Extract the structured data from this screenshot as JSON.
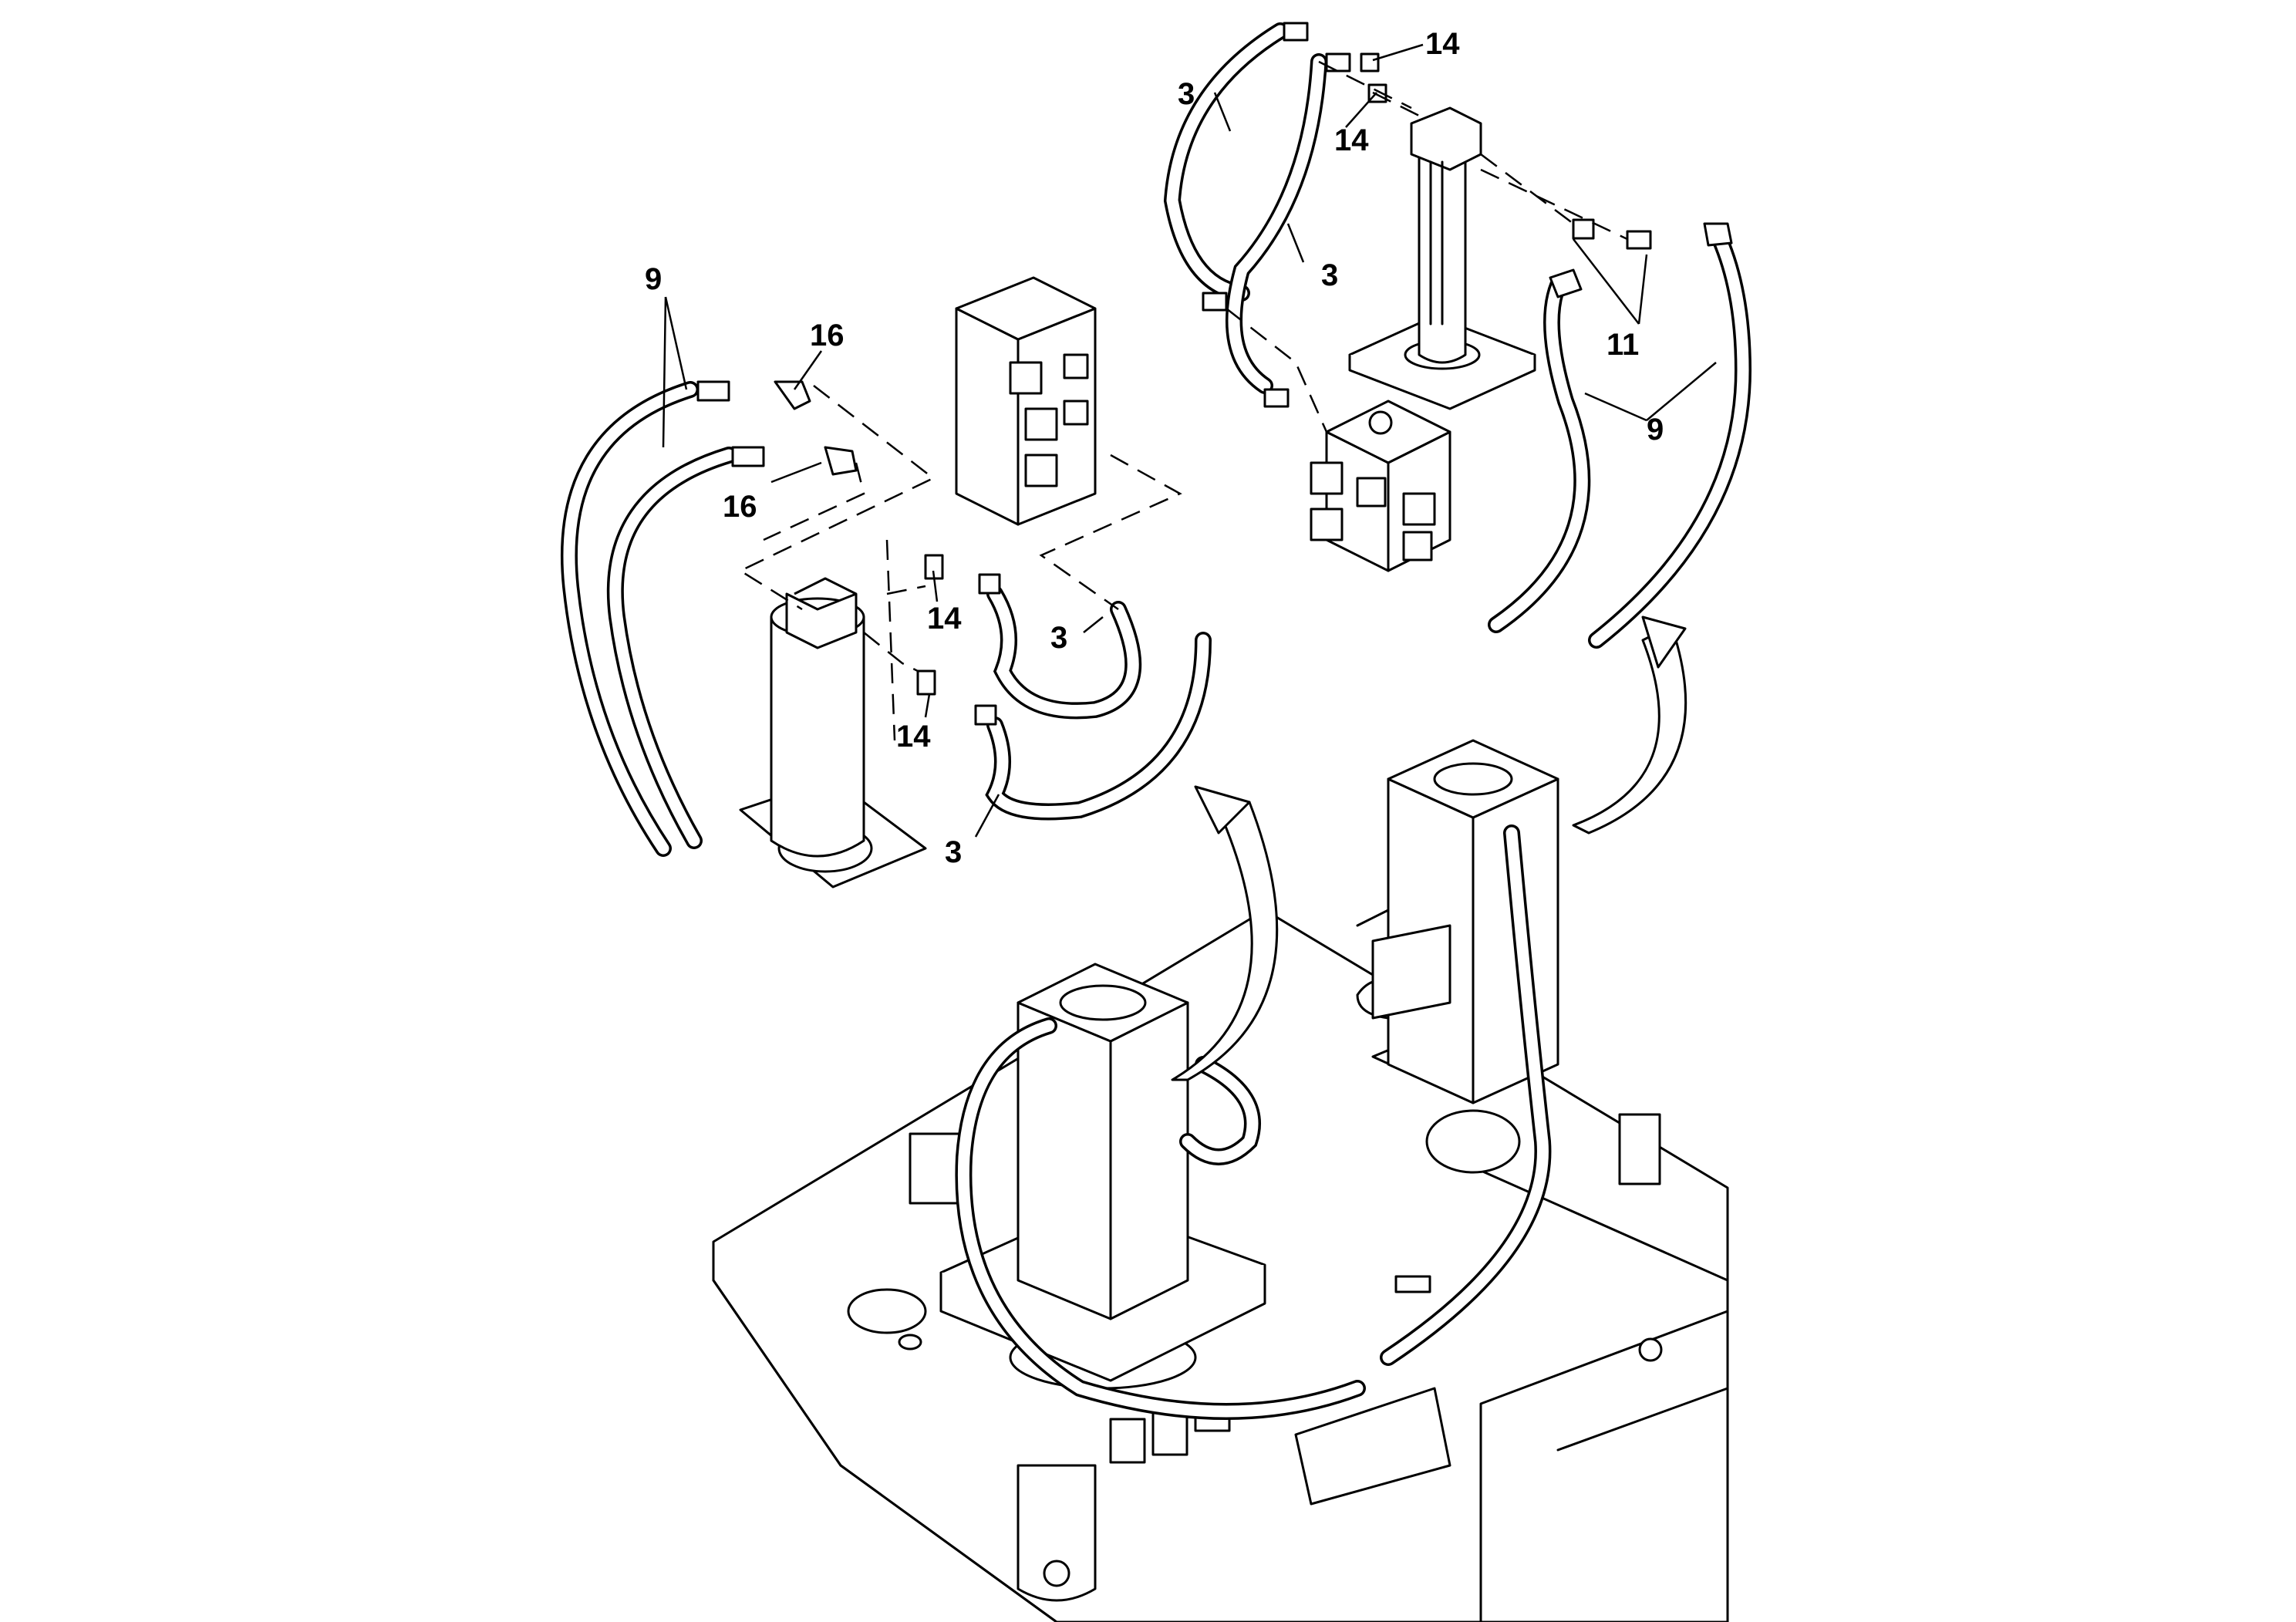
{
  "callouts": {
    "c3a": "3",
    "c3b": "3",
    "c3c": "3",
    "c3d": "3",
    "c9a": "9",
    "c9b": "9",
    "c11": "11",
    "c14a": "14",
    "c14b": "14",
    "c14c": "14",
    "c14d": "14",
    "c16a": "16",
    "c16b": "16"
  }
}
